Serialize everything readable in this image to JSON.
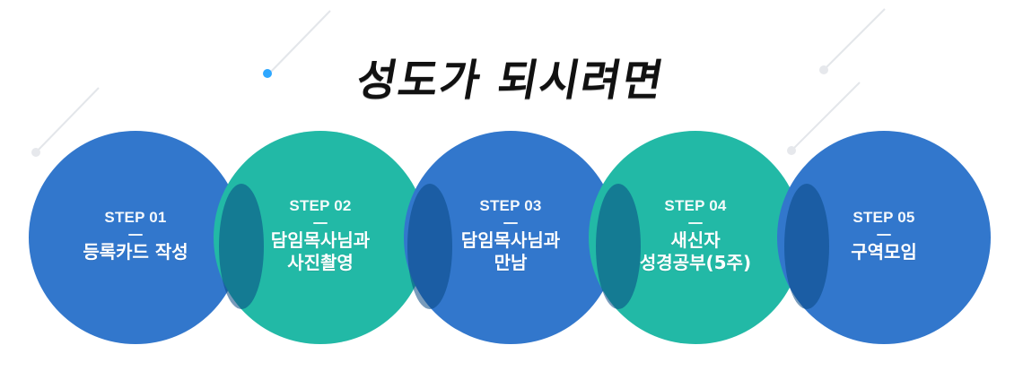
{
  "title": "성도가 되시려면",
  "steps": [
    {
      "label": "STEP 01",
      "text": "등록카드 작성",
      "color": "#3277cc"
    },
    {
      "label": "STEP 02",
      "text": "담임목사님과\n사진촬영",
      "color": "#22b9a6"
    },
    {
      "label": "STEP 03",
      "text": "담임목사님과\n만남",
      "color": "#3277cc"
    },
    {
      "label": "STEP 04",
      "text": "새신자\n성경공부(5주)",
      "color": "#22b9a6"
    },
    {
      "label": "STEP 05",
      "text": "구역모임",
      "color": "#3277cc"
    }
  ],
  "colors": {
    "accent_dot": "#2ea7ff",
    "deco_line": "#e3e6ea",
    "deco_dot": "#e6e8ec",
    "overlap": "#0b4a86"
  }
}
